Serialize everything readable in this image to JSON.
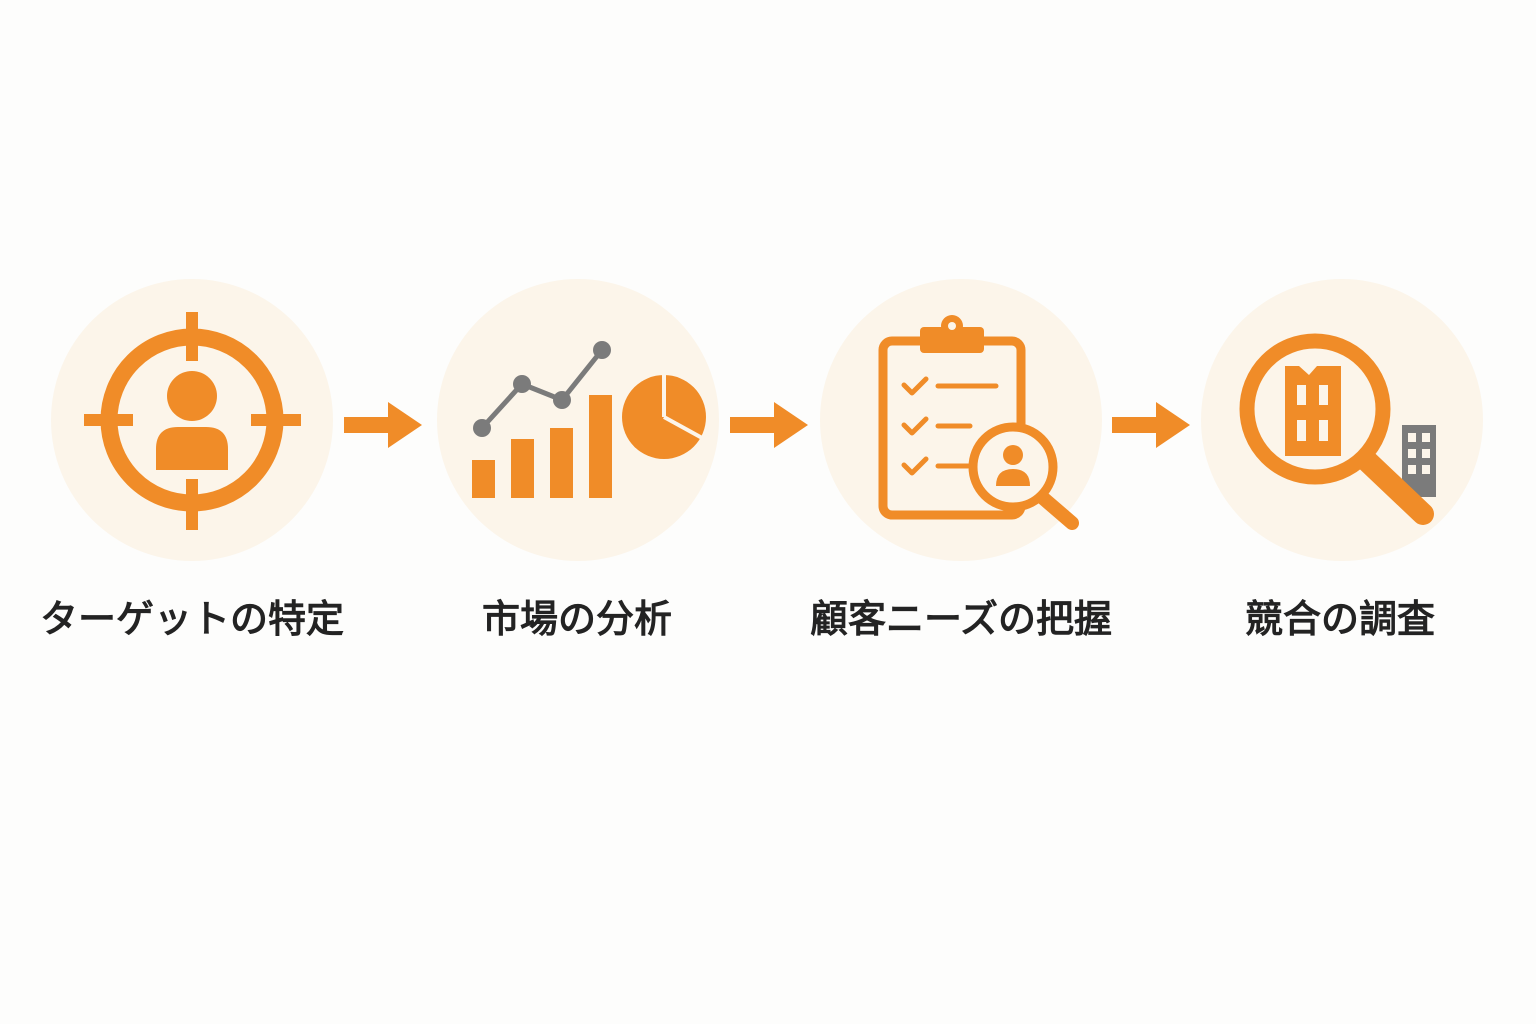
{
  "colors": {
    "accent": "#f08c28",
    "accent_soft": "#fcf5ea",
    "gray": "#7b7b7b",
    "text": "#232323",
    "background": "#fdfdfc"
  },
  "steps": [
    {
      "label": "ターゲットの特定",
      "icon": "target-person-icon"
    },
    {
      "label": "市場の分析",
      "icon": "chart-analysis-icon"
    },
    {
      "label": "顧客ニーズの把握",
      "icon": "clipboard-magnifier-icon"
    },
    {
      "label": "競合の調査",
      "icon": "building-magnifier-icon"
    }
  ],
  "connectors": [
    {
      "icon": "arrow-right-icon"
    },
    {
      "icon": "arrow-right-icon"
    },
    {
      "icon": "arrow-right-icon"
    }
  ]
}
